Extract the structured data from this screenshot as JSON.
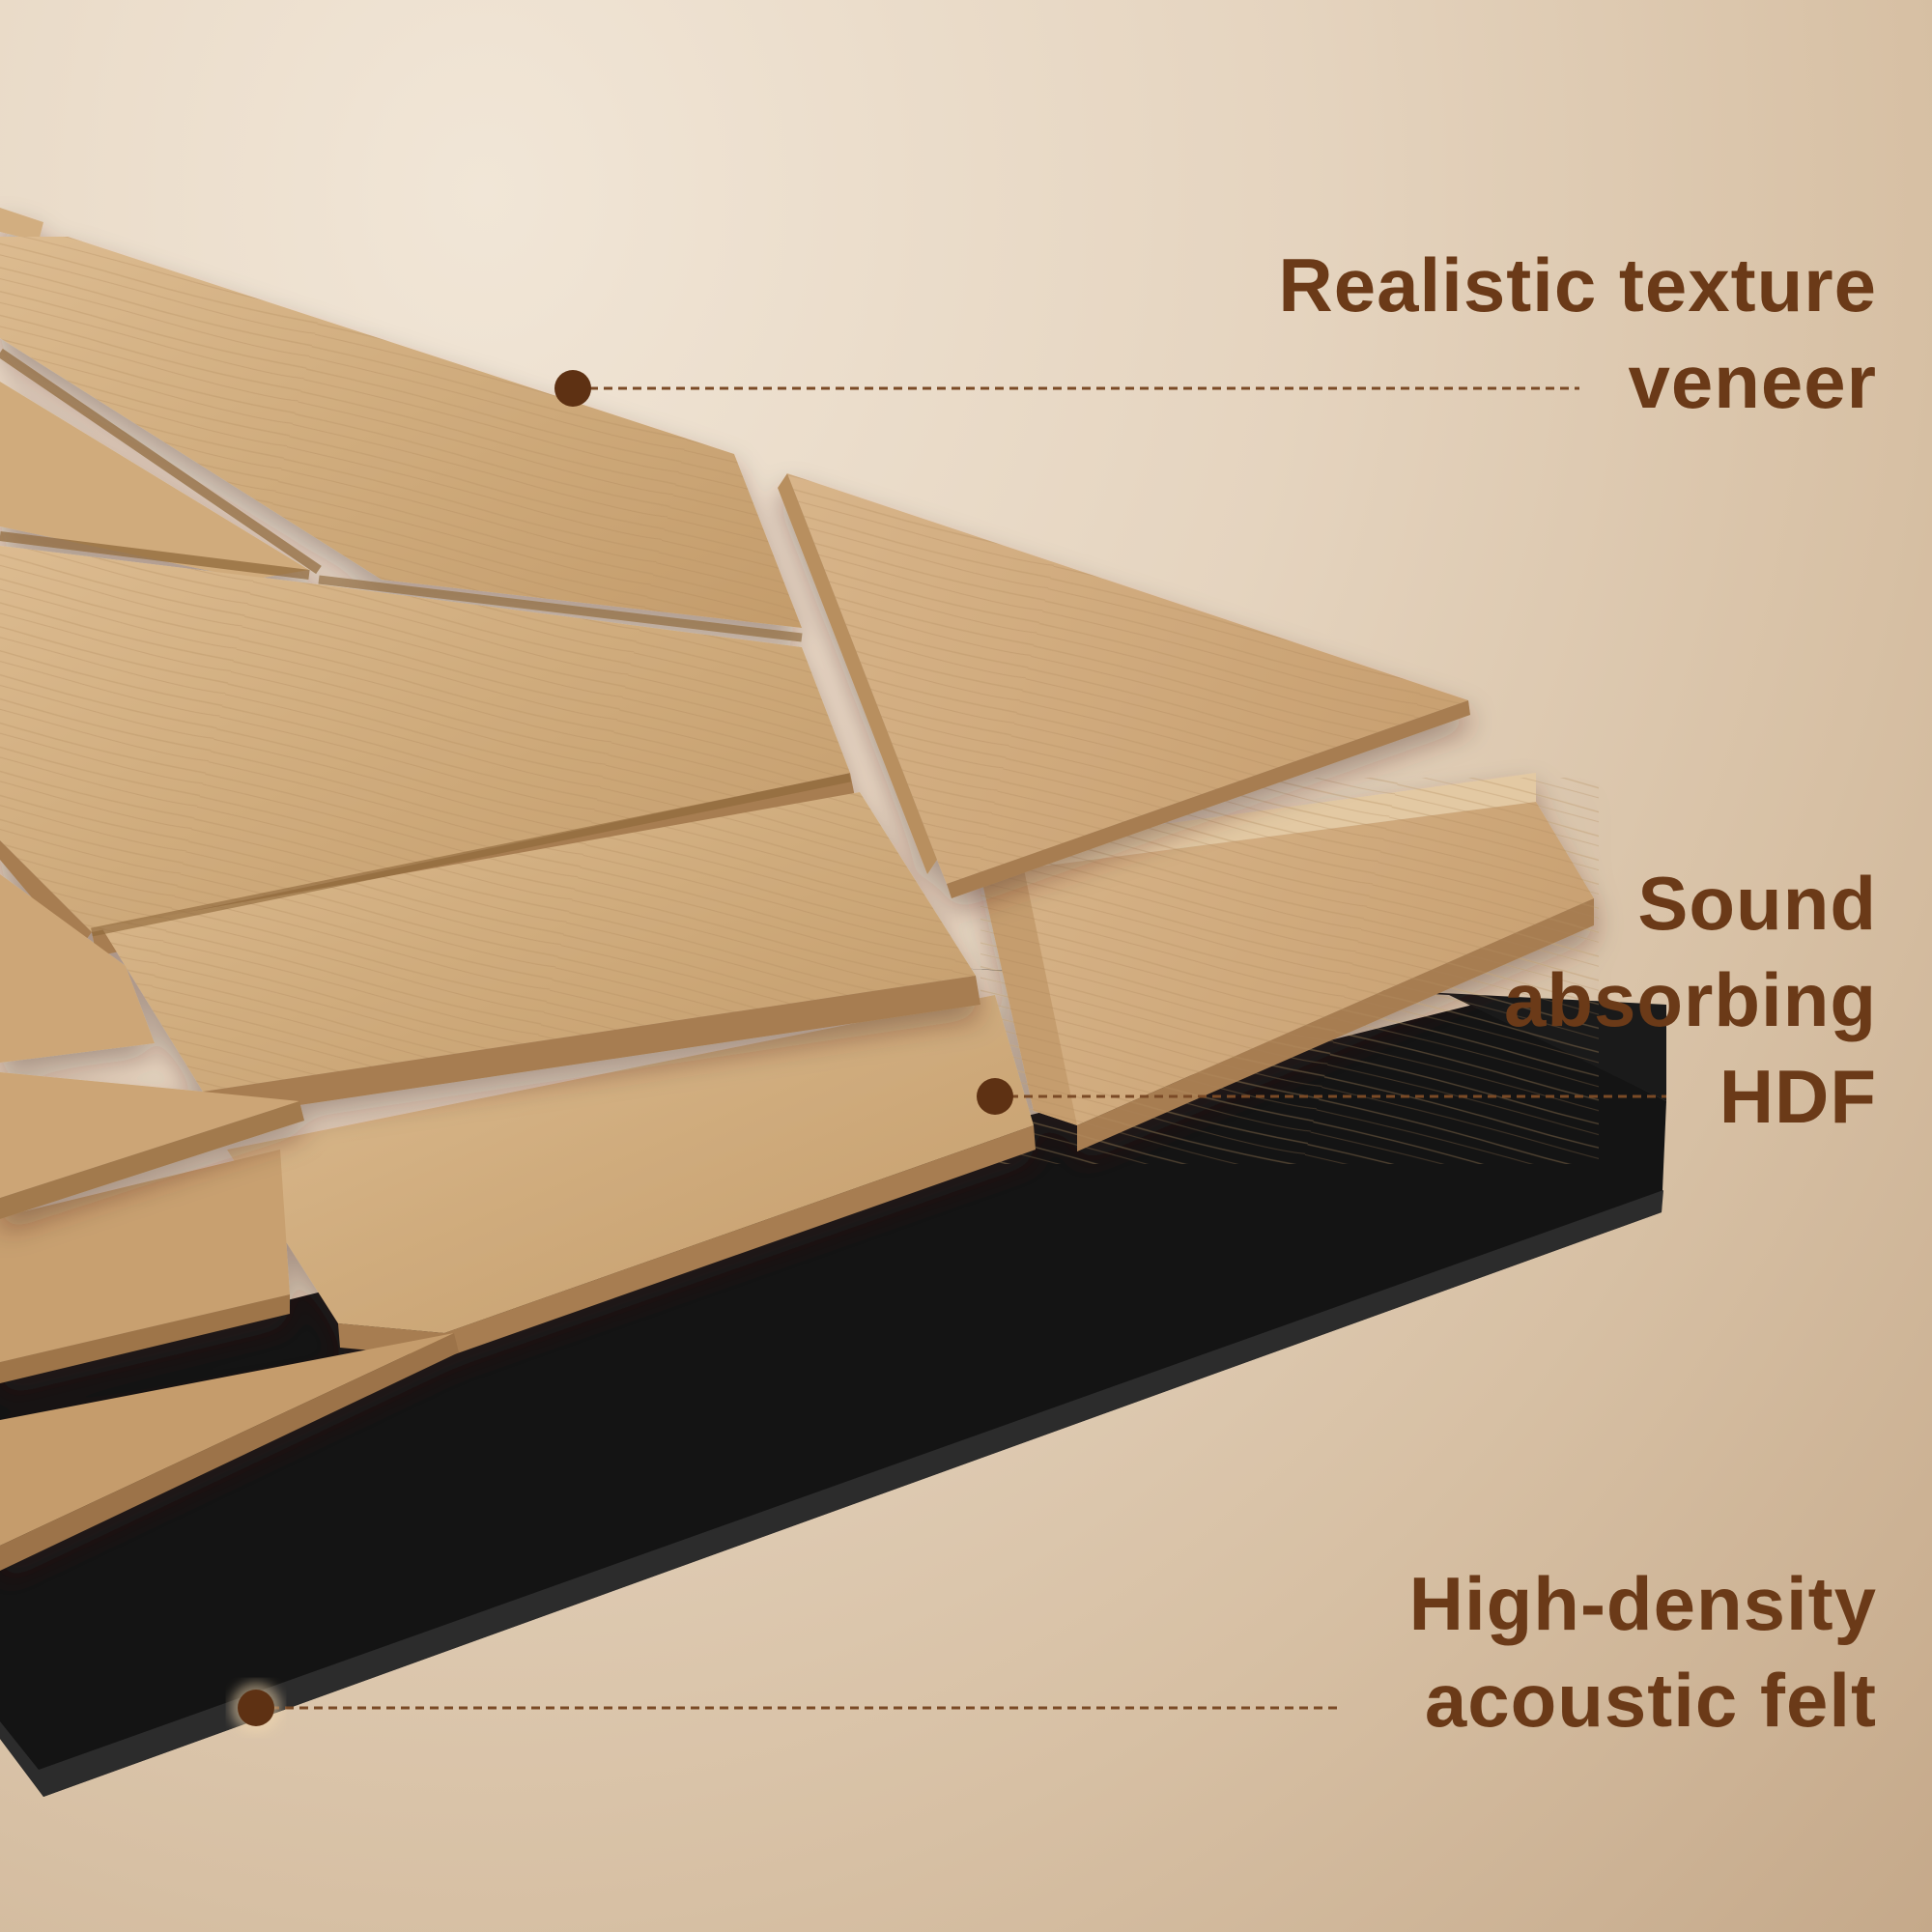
{
  "colors": {
    "label_text": "#6b3a18",
    "marker": "#5e3113",
    "leader_line": "#7a4a26",
    "wood_light": "#d9b88d",
    "wood_mid": "#c9a273",
    "wood_edge": "#a77d51",
    "felt": "#1f1f1f",
    "background_light": "#f1e6d7",
    "background_dark": "#c5a98a"
  },
  "callouts": [
    {
      "id": "veneer",
      "lines": [
        "Realistic texture",
        "veneer"
      ],
      "marker_icon": "dot"
    },
    {
      "id": "hdf",
      "lines": [
        "Sound",
        "absorbing",
        "HDF"
      ],
      "marker_icon": "dot"
    },
    {
      "id": "felt",
      "lines": [
        "High-density",
        "acoustic felt"
      ],
      "marker_icon": "dot"
    }
  ]
}
